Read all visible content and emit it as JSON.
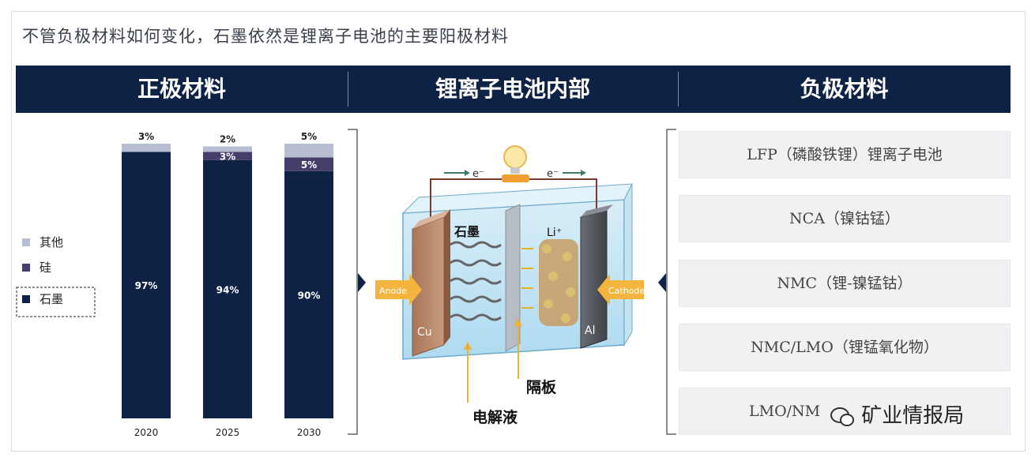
{
  "headline": "不管负极材料如何变化，石墨依然是锂离子电池的主要阳极材料",
  "sections": [
    "正极材料",
    "锂离子电池内部",
    "负极材料"
  ],
  "legend": [
    {
      "label": "其他",
      "color": "#b8bed2"
    },
    {
      "label": "硅",
      "color": "#473d6b"
    },
    {
      "label": "石墨",
      "color": "#0e2245"
    }
  ],
  "chart_data": {
    "type": "bar",
    "stacked": true,
    "categories": [
      "2020",
      "2025",
      "2030"
    ],
    "series": [
      {
        "name": "石墨",
        "values": [
          97,
          94,
          90
        ],
        "labels": [
          "97%",
          "94%",
          "90%"
        ]
      },
      {
        "name": "硅",
        "values": [
          0,
          3,
          5
        ],
        "labels": [
          "",
          "3%",
          "5%"
        ]
      },
      {
        "name": "其他",
        "values": [
          3,
          2,
          5
        ],
        "labels": [
          "3%",
          "2%",
          "5%"
        ]
      }
    ],
    "ylim": [
      0,
      100
    ],
    "grid": false,
    "legend_position": "left"
  },
  "diagram": {
    "electron_left": "e⁻",
    "electron_right": "e⁻",
    "anode_label": "Anode",
    "cathode_label": "Cathode",
    "cu_label": "Cu",
    "al_label": "Al",
    "graphite_label": "石墨",
    "li_label": "Li⁺",
    "separator_label": "隔板",
    "electrolyte_label": "电解液"
  },
  "negative_materials": [
    "LFP（磷酸铁锂）锂离子电池",
    "NCA（镍钴锰）",
    "NMC（锂-镍锰钴）",
    "NMC/LMO（锂锰氧化物）",
    "LMO/NM"
  ],
  "watermark": "矿业情报局"
}
